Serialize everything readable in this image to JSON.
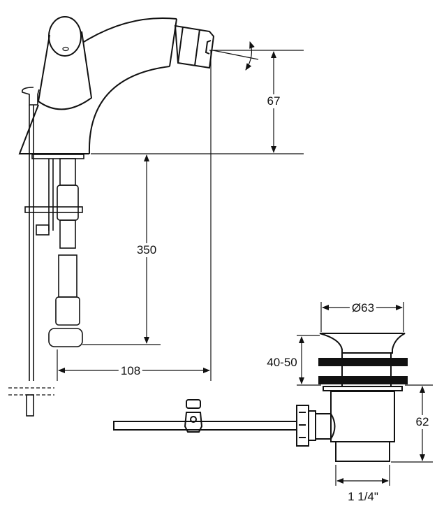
{
  "dimensions": {
    "spout_height": "67",
    "pipe_length": "350",
    "spout_reach": "108",
    "waste_diameter": "Ø63",
    "waste_thickness": "40-50",
    "waste_height": "62",
    "thread_size": "1 1/4\""
  },
  "colors": {
    "line": "#111111",
    "background": "#ffffff"
  }
}
